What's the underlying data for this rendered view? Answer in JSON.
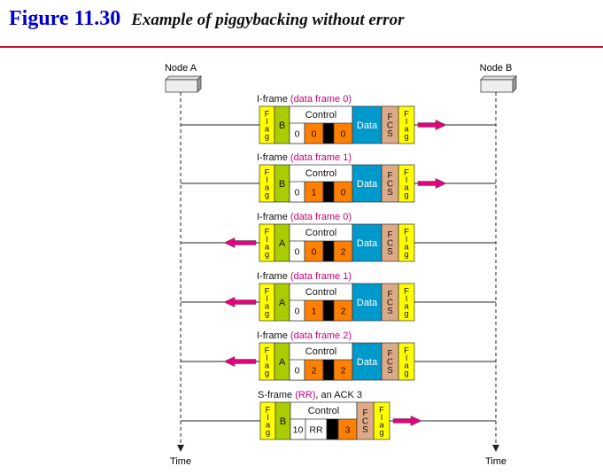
{
  "figure": {
    "number": "Figure 11.30",
    "caption": "Example of piggybacking without error"
  },
  "colors": {
    "title": "#0000cc",
    "rule": "#c8102e",
    "flag": "#ffff00",
    "address": "#aacc00",
    "data": "#0099cc",
    "fcs": "#ddaa88",
    "orange": "#ff8000",
    "pfbit": "#000000",
    "arrow": "#e6007e",
    "label_highlight": "#cc0077"
  },
  "nodes": {
    "a_label": "Node A",
    "b_label": "Node B",
    "time_label_a": "Time",
    "time_label_b": "Time"
  },
  "frame_text": {
    "flag_letters": [
      "F",
      "l",
      "a",
      "g"
    ],
    "fcs_letters": [
      "F",
      "C",
      "S"
    ],
    "control": "Control",
    "data": "Data"
  },
  "frames": [
    {
      "label_main": "I-frame ",
      "label_hl": "(data frame 0)",
      "address": "B",
      "direction": "right",
      "type": "I",
      "bits": [
        "0",
        "0",
        "",
        "0"
      ]
    },
    {
      "label_main": "I-frame ",
      "label_hl": "(data frame 1)",
      "address": "B",
      "direction": "right",
      "type": "I",
      "bits": [
        "0",
        "1",
        "",
        "0"
      ]
    },
    {
      "label_main": "I-frame ",
      "label_hl": "(data frame 0)",
      "address": "A",
      "direction": "left",
      "type": "I",
      "bits": [
        "0",
        "0",
        "",
        "2"
      ]
    },
    {
      "label_main": "I-frame ",
      "label_hl": "(data frame 1)",
      "address": "A",
      "direction": "left",
      "type": "I",
      "bits": [
        "0",
        "1",
        "",
        "2"
      ]
    },
    {
      "label_main": "I-frame ",
      "label_hl": "(data frame 2)",
      "address": "A",
      "direction": "left",
      "type": "I",
      "bits": [
        "0",
        "2",
        "",
        "2"
      ]
    },
    {
      "label_main": "S-frame ",
      "label_hl": "(RR)",
      "label_tail": ", an ACK 3",
      "address": "B",
      "direction": "right",
      "type": "S",
      "bits": [
        "10",
        "RR",
        "",
        "3"
      ]
    }
  ]
}
